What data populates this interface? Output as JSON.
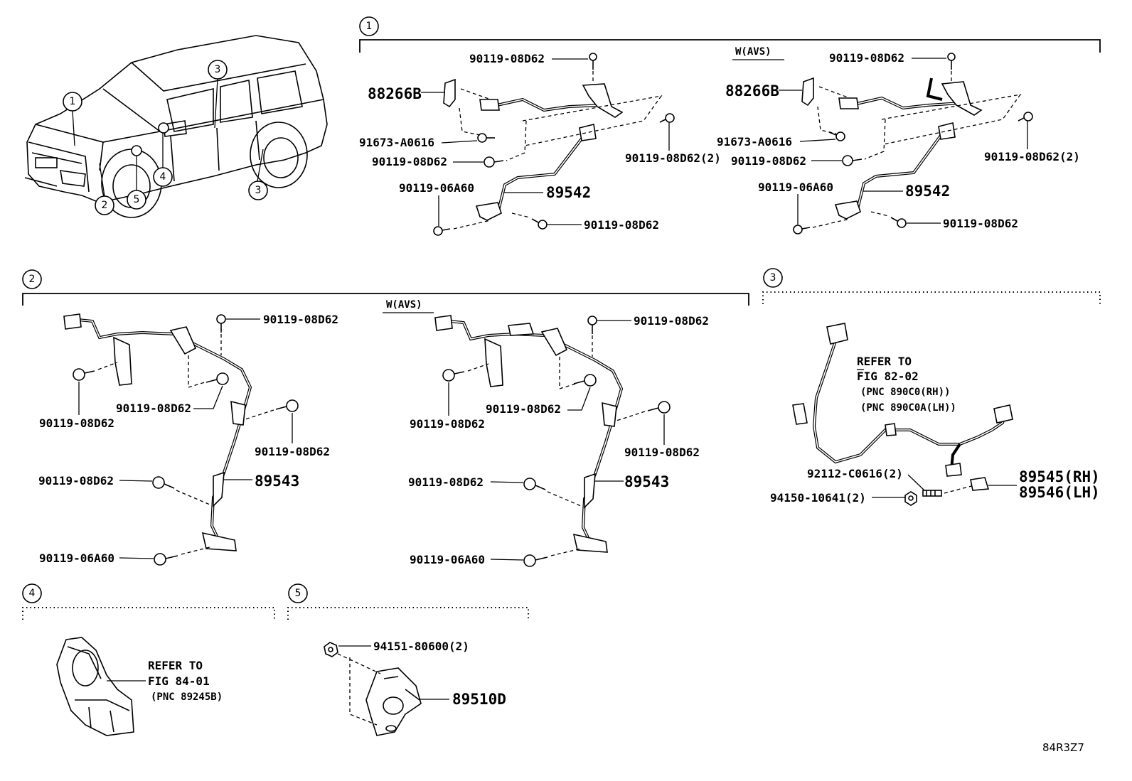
{
  "vehicle_callouts": [
    "1",
    "2",
    "3",
    "3",
    "4",
    "5"
  ],
  "sections": {
    "s1": {
      "number": "1",
      "variant_label": "W(AVS)",
      "left": {
        "bolt_top": "90119-08D62",
        "clip": "88266B",
        "bolt_a0616": "91673-A0616",
        "bolt_mid": "90119-08D62",
        "bolt_right": "90119-08D62(2)",
        "bolt_06a60": "90119-06A60",
        "sensor": "89542",
        "bolt_bottom": "90119-08D62"
      },
      "right": {
        "bolt_top": "90119-08D62",
        "clip": "88266B",
        "bolt_a0616": "91673-A0616",
        "bolt_mid": "90119-08D62",
        "bolt_right": "90119-08D62(2)",
        "bolt_06a60": "90119-06A60",
        "sensor": "89542",
        "bolt_bottom": "90119-08D62"
      }
    },
    "s2": {
      "number": "2",
      "variant_label": "W(AVS)",
      "left": {
        "bolt_top": "90119-08D62",
        "bolt_left": "90119-08D62",
        "bolt_center": "90119-08D62",
        "bolt_right": "90119-08D62",
        "bolt_lower": "90119-08D62",
        "sensor": "89543",
        "bolt_06a60": "90119-06A60"
      },
      "right": {
        "bolt_top": "90119-08D62",
        "bolt_left": "90119-08D62",
        "bolt_center": "90119-08D62",
        "bolt_right": "90119-08D62",
        "bolt_lower": "90119-08D62",
        "sensor": "89543",
        "bolt_06a60": "90119-06A60"
      }
    },
    "s3": {
      "number": "3",
      "refer_line1": "REFER TO",
      "refer_line2": "FIG 82-02",
      "refer_line3": "(PNC 890C0(RH))",
      "refer_line4": "(PNC 890C0A(LH))",
      "screw": "92112-C0616(2)",
      "nut": "94150-10641(2)",
      "part_rh": "89545(RH)",
      "part_lh": "89546(LH)"
    },
    "s4": {
      "number": "4",
      "refer_line1": "REFER TO",
      "refer_line2": "FIG 84-01",
      "refer_line3": "(PNC 89245B)"
    },
    "s5": {
      "number": "5",
      "nut": "94151-80600(2)",
      "sensor": "89510D"
    }
  },
  "illustration_code": "84R3Z7"
}
